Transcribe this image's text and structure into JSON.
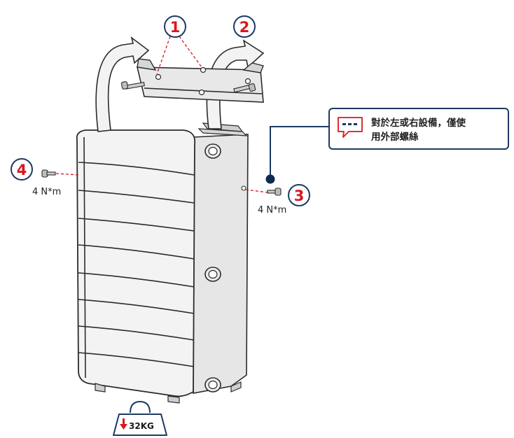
{
  "steps": [
    {
      "number": "1"
    },
    {
      "number": "2"
    },
    {
      "number": "3",
      "torque": "4 N*m"
    },
    {
      "number": "4",
      "torque": "4 N*m"
    }
  ],
  "note": {
    "line1": "對於左或右設備，僅使",
    "line2": "用外部螺絲"
  },
  "weight": {
    "label": "32KG"
  },
  "colors": {
    "accent": "#d7191f",
    "note_border": "#1c3a63",
    "note_dot": "#0c2a52",
    "outline": "#2b2b2b",
    "body_fill": "#f3f3f3"
  }
}
